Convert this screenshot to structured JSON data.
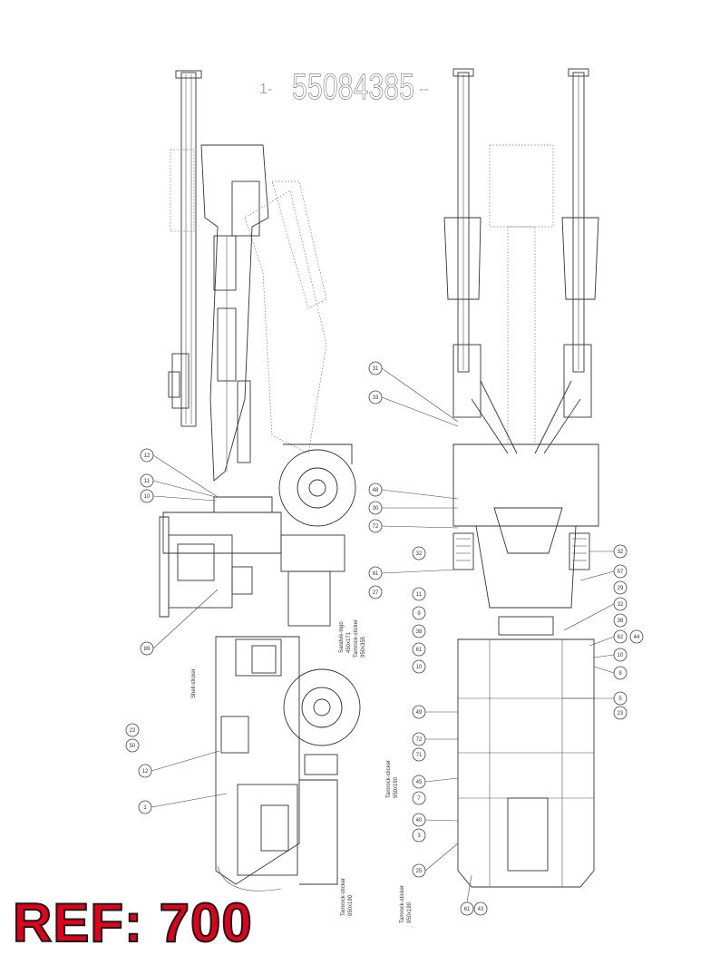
{
  "drawing_number": "55084385",
  "drawing_number_prefix": "1-",
  "drawing_number_suffix": "--",
  "ref_label": "REF: 700",
  "callouts_side_view": [
    "12",
    "11",
    "10",
    "1",
    "12",
    "89",
    "50",
    "22"
  ],
  "callouts_front_view": [
    "31",
    "33",
    "48",
    "30",
    "72",
    "32",
    "81",
    "27",
    "11",
    "9",
    "38",
    "61",
    "10",
    "49",
    "72",
    "71",
    "45",
    "7",
    "40",
    "3",
    "25",
    "61",
    "43"
  ],
  "callouts_right_column": [
    "32",
    "57",
    "29",
    "32",
    "36",
    "44",
    "62",
    "10",
    "8",
    "5",
    "23"
  ],
  "sticker_labels": [
    {
      "text": "Sandvik-logo",
      "size": "450x171"
    },
    {
      "text": "Tamrock-sticker",
      "size": "950x355"
    },
    {
      "text": "Shell-sticker",
      "size": ""
    },
    {
      "text": "Tamrock-sticker",
      "size": "950x190"
    },
    {
      "text": "Tamrock-sticker",
      "size": "950x190"
    },
    {
      "text": "Tamrock-sticker",
      "size": "950x190"
    }
  ]
}
